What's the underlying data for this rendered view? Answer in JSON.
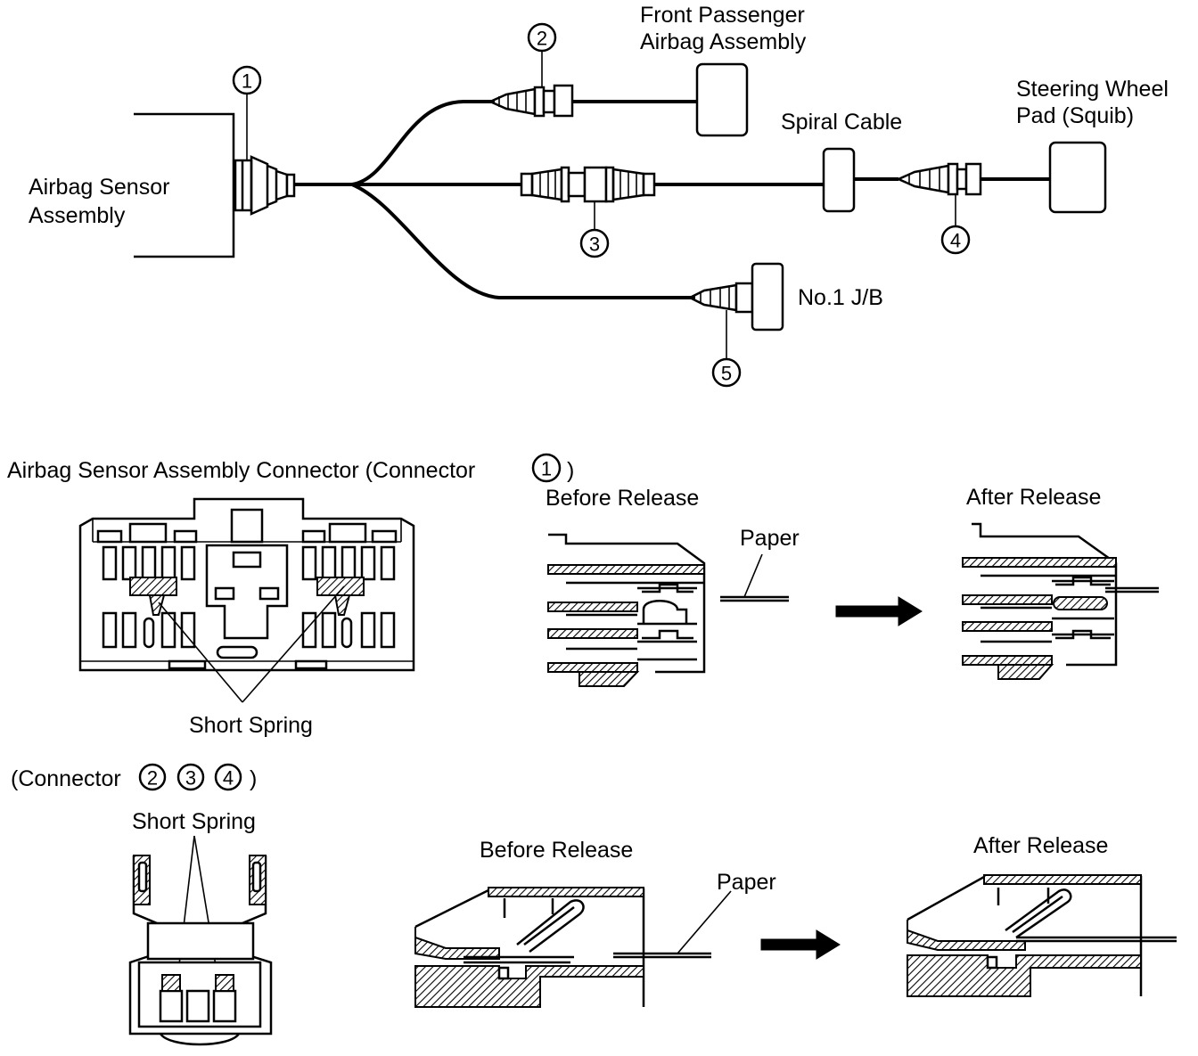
{
  "wiring": {
    "airbag_sensor_assembly": "Airbag Sensor\nAssembly",
    "front_passenger_airbag": "Front Passenger\nAirbag Assembly",
    "spiral_cable": "Spiral Cable",
    "steering_wheel_pad": "Steering Wheel\nPad (Squib)",
    "junction_block": "No.1 J/B",
    "connector_numbers": [
      "1",
      "2",
      "3",
      "4",
      "5"
    ]
  },
  "section1": {
    "title": "Airbag Sensor Assembly Connector (Connector",
    "title_number": "1",
    "title_close": ")",
    "short_spring": "Short Spring",
    "before_release": "Before Release",
    "after_release": "After Release",
    "paper": "Paper"
  },
  "section2": {
    "title_open": "(Connector",
    "title_numbers": [
      "2",
      "3",
      "4"
    ],
    "title_close": ")",
    "short_spring": "Short Spring",
    "before_release": "Before Release",
    "after_release": "After Release",
    "paper": "Paper"
  },
  "colors": {
    "ink": "#000000",
    "background": "#ffffff"
  }
}
